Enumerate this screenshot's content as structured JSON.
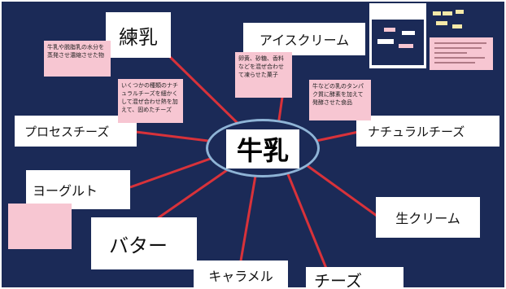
{
  "center": {
    "label": "牛乳"
  },
  "nodes": [
    {
      "id": "rennyu",
      "label": "練乳"
    },
    {
      "id": "ice",
      "label": "アイスクリーム"
    },
    {
      "id": "process",
      "label": "プロセスチーズ"
    },
    {
      "id": "natural",
      "label": "ナチュラルチーズ"
    },
    {
      "id": "yogurt",
      "label": "ヨーグルト"
    },
    {
      "id": "butter",
      "label": "バター"
    },
    {
      "id": "nama",
      "label": "生クリーム"
    },
    {
      "id": "caramel",
      "label": "キャラメル"
    },
    {
      "id": "cheese",
      "label": "チーズ"
    }
  ],
  "notes": {
    "rennyu": "牛乳や脱脂乳の水分を蒸発させ濃縮させた物",
    "ice": "卵黄、砂糖、香料などを混ぜ合わせて凍らせた菓子",
    "process": "いくつかの種類のナチュラルチーズを細かくして混ぜ合わせ熱を加えて、固めたチーズ",
    "natural": "牛などの乳のタンパク質に酵素を加えて発酵させた食品"
  },
  "colors": {
    "background": "#1b2a57",
    "card": "#ffffff",
    "note": "#f7c6d2",
    "connector": "#d8323a",
    "ellipse": "#8fb4d6"
  }
}
